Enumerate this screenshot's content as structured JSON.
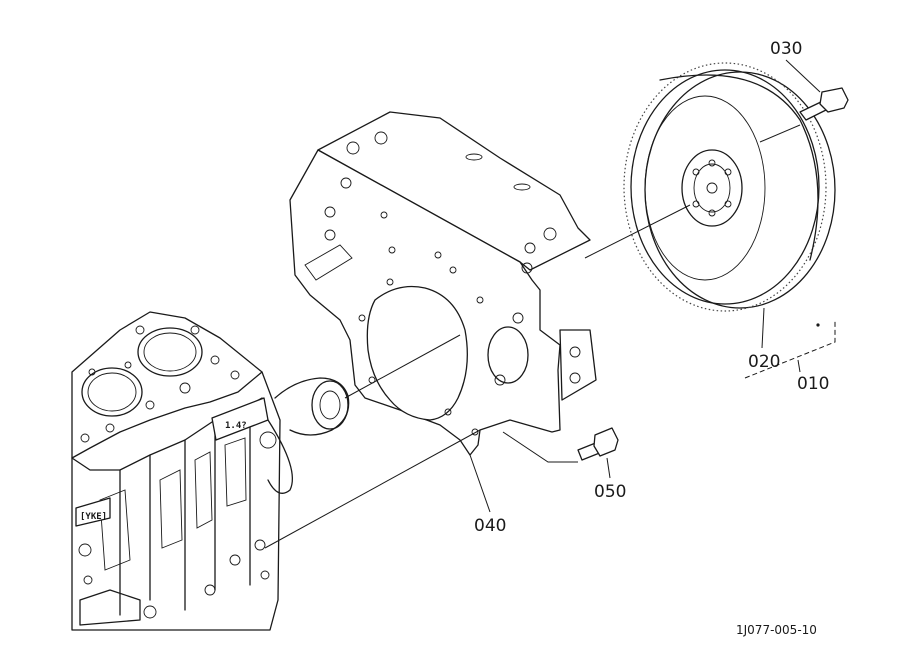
{
  "parts": {
    "p010": "010",
    "p020": "020",
    "p030": "030",
    "p040": "040",
    "p050": "050"
  },
  "figure_ref": "1J077-005-10"
}
